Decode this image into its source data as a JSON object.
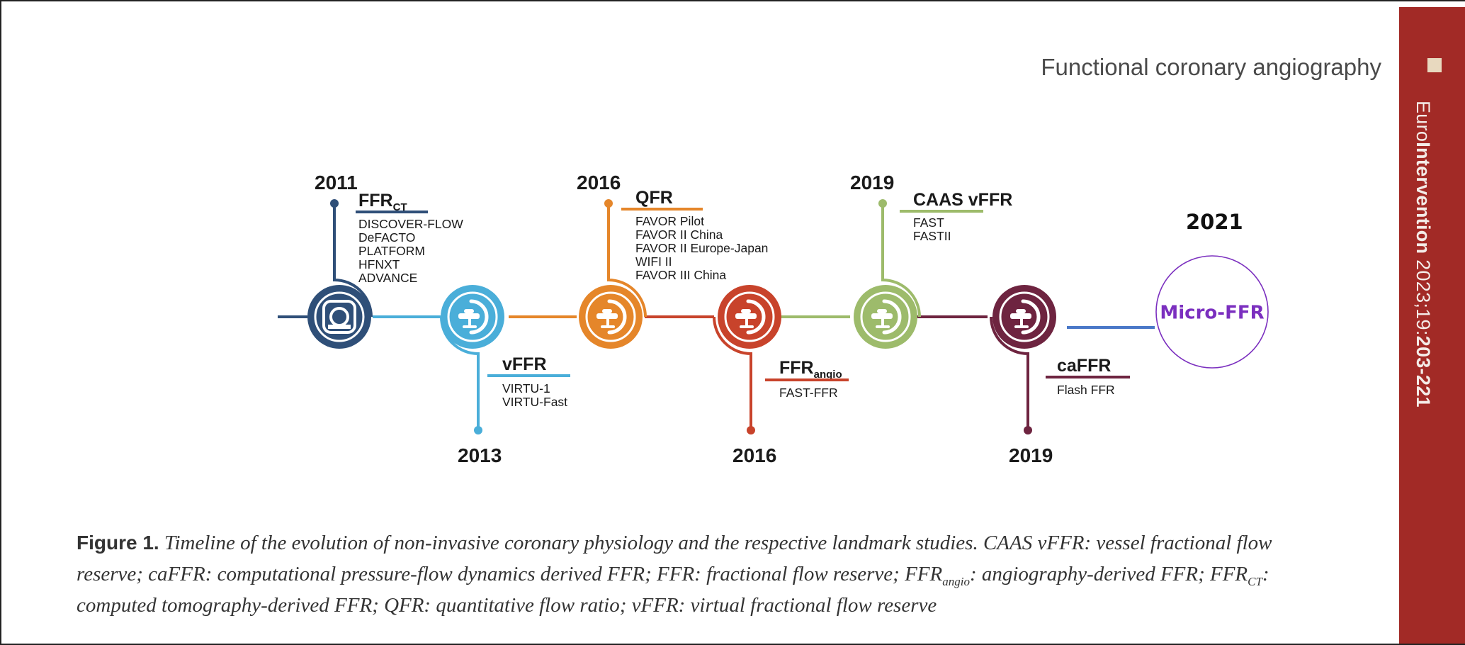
{
  "running_head": "Functional coronary angiography",
  "journal": {
    "name_prefix": "Euro",
    "name_bold": "Intervention",
    "volume": " 2023;19:",
    "pages": "203-221"
  },
  "milestones": [
    {
      "id": "ffrct",
      "year": "2011",
      "name": "FFR",
      "name_sub": "CT",
      "studies": [
        "DISCOVER-FLOW",
        "DeFACTO",
        "PLATFORM",
        "HFNXT",
        "ADVANCE"
      ],
      "color": "#2f4f78",
      "icon": "ct-scanner-icon"
    },
    {
      "id": "vffr",
      "year": "2013",
      "name": "vFFR",
      "name_sub": "",
      "studies": [
        "VIRTU-1",
        "VIRTU-Fast"
      ],
      "color": "#4aaed9",
      "icon": "angiography-table-icon"
    },
    {
      "id": "qfr",
      "year": "2016",
      "name": "QFR",
      "name_sub": "",
      "studies": [
        "FAVOR Pilot",
        "FAVOR II China",
        "FAVOR II Europe-Japan",
        "WIFI II",
        "FAVOR III China"
      ],
      "color": "#e5862a",
      "icon": "angiography-table-icon"
    },
    {
      "id": "ffrangio",
      "year": "2016",
      "name": "FFR",
      "name_sub": "angio",
      "studies": [
        "FAST-FFR"
      ],
      "color": "#c8432b",
      "icon": "angiography-table-icon"
    },
    {
      "id": "caasvffr",
      "year": "2019",
      "name": "CAAS vFFR",
      "name_sub": "",
      "studies": [
        "FAST",
        "FASTII"
      ],
      "color": "#9dbb6b",
      "icon": "angiography-table-icon"
    },
    {
      "id": "caffr",
      "year": "2019",
      "name": "caFFR",
      "name_sub": "",
      "studies": [
        "Flash FFR"
      ],
      "color": "#6e2440",
      "icon": "angiography-table-icon"
    }
  ],
  "extra_milestone": {
    "year": "2021",
    "name": "Micro-FFR",
    "color": "#7b2fbf",
    "line_color": "#4a78c8"
  },
  "caption": {
    "label": "Figure 1.",
    "text_1": " Timeline of the evolution of non-invasive coronary physiology and the respective landmark studies. CAAS vFFR: vessel fractional flow reserve; caFFR: computational pressure-flow dynamics derived FFR; FFR: fractional flow reserve; FFR",
    "sub_1": "angio",
    "text_2": ": angiography-derived FFR; FFR",
    "sub_2": "CT",
    "text_3": ": computed tomography-derived FFR; QFR: quantitative flow ratio; vFFR: virtual fractional flow reserve"
  }
}
